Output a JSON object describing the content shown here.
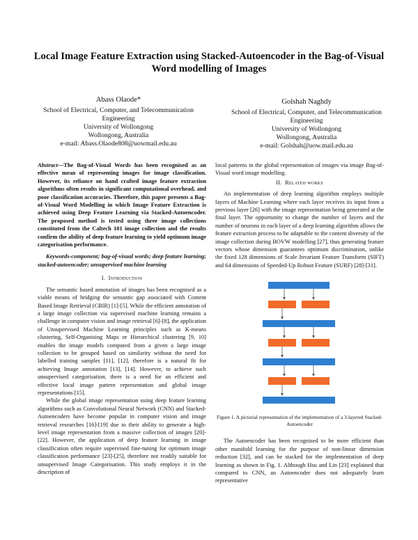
{
  "title": "Local Image Feature Extraction using Stacked-Autoencoder in the Bag-of-Visual Word modelling of Images",
  "authors": [
    {
      "name": "Abass Olaode*",
      "affil1": "School of Electrical, Computer, and Telecommunication",
      "affil2": "Engineering",
      "affil3": "University of Wollongong",
      "affil4": "Wollongong, Australia",
      "email": "e-mail: Abass.Olaode808@uowmail.edu.au"
    },
    {
      "name": "Golshah Naghdy",
      "affil1": "School of Electrical, Computer, and Telecommunication",
      "affil2": "Engineering",
      "affil3": "University of Wollongong",
      "affil4": "Wollongong, Australia",
      "email": "e-mail: Golshah@uow.mail.edu.au"
    }
  ],
  "abstract_label": "Abstract",
  "abstract": "—The Bag-of-Visual Words has been recognised as an effective mean of representing images for image classification. However, its reliance on hand crafted image feature extraction algorithms often results in significant computational overhead, and poor classification accuracies. Therefore, this paper presents a Bag-of-Visual Word Modelling in which Image Feature Extraction is achieved using Deep Feature Learning via Stacked-Autoencoder. The proposed method is tested using three image collections constituted from the Caltech 101 image collection and the results confirm the ability of deep feature learning to yield optimum image categorisation performance.",
  "keywords": "Keywords-component; bag-of-visual words; deep feature learning; stacked-autoencoder; unsupervised machine learning",
  "sec1_num": "I.",
  "sec1_title": "Introduction",
  "intro_p1": "The semantic based annotation of images has been recognised as a viable means of bridging the semantic gap associated with Content Based Image Retrieval (CBIR) [1]-[5]. While the efficient annotation of a large image collection via supervised machine learning remains a challenge in computer vision and image retrieval [6]-[8], the application of Unsupervised Machine Learning principles such as K-means clustering, Self-Organising Maps or Hierarchical clustering [9, 10] enables the image models computed from a given a large image collection to be grouped based on similarity without the need for labelled training samples [11], [12], therefore is a natural fit for achieving Image annotation [13], [14]. However, to achieve such unsupervised categorisation, there is a need for an efficient and effective local image pattern representation and global image representations [15].",
  "intro_p2": "While the global image representation using deep feature learning algorithms such as Convolutional Neural Network (CNN) and Stacked-Autoencoders have become popular in computer vision and image retrieval researches [16]-[19] due to their ability to generate a high-level image representation from a massive collection of images [20]-[22]. However, the application of deep feature learning in image classification often require supervised fine-tuning for optimum image classification performance [23]-[25], therefore not readily suitable for unsupervised Image Categorisation. This study employs it in the description of",
  "col2_cont": "local patterns in the global representation of images via image Bag-of-Visual word image modelling.",
  "sec2_num": "II.",
  "sec2_title": "Related works",
  "related_p1": "An implementation of deep learning algorithm employs multiple layers of Machine Learning where each layer receives its input from a previous layer [26] with the image representation being generated at the final layer. The opportunity to change the number of layers and the number of neurons in each layer of a deep learning algorithm allows the feature extraction process to be adaptable to the content diversity of the image collection during BOVW modelling [27], thus generating feature vectors whose dimension guarantees optimum discrimination, unlike the fixed 128 dimensions of Scale Invariant Feature Transform (SIFT) and 64 dimensions of Speeded-Up Robust Feature (SURF) [28]-[31].",
  "figure": {
    "caption": "Figure 1. A pictorial representation of the implementation of a 3-layered Stacked-Autoencoder",
    "colors": {
      "blue": "#2f7fd1",
      "orange": "#f06b2a",
      "arrow": "#555555"
    }
  },
  "related_p2": "The Autoencoder has been recognised to be more efficient than other manifold learning for the purpose of non-linear dimension reduction [32], and can be stacked for the implementation of deep learning as shown in Fig. 1. Although Hsu and Lin [23] explained that compared to CNN, an Autoencoder does not adequately learn representative"
}
